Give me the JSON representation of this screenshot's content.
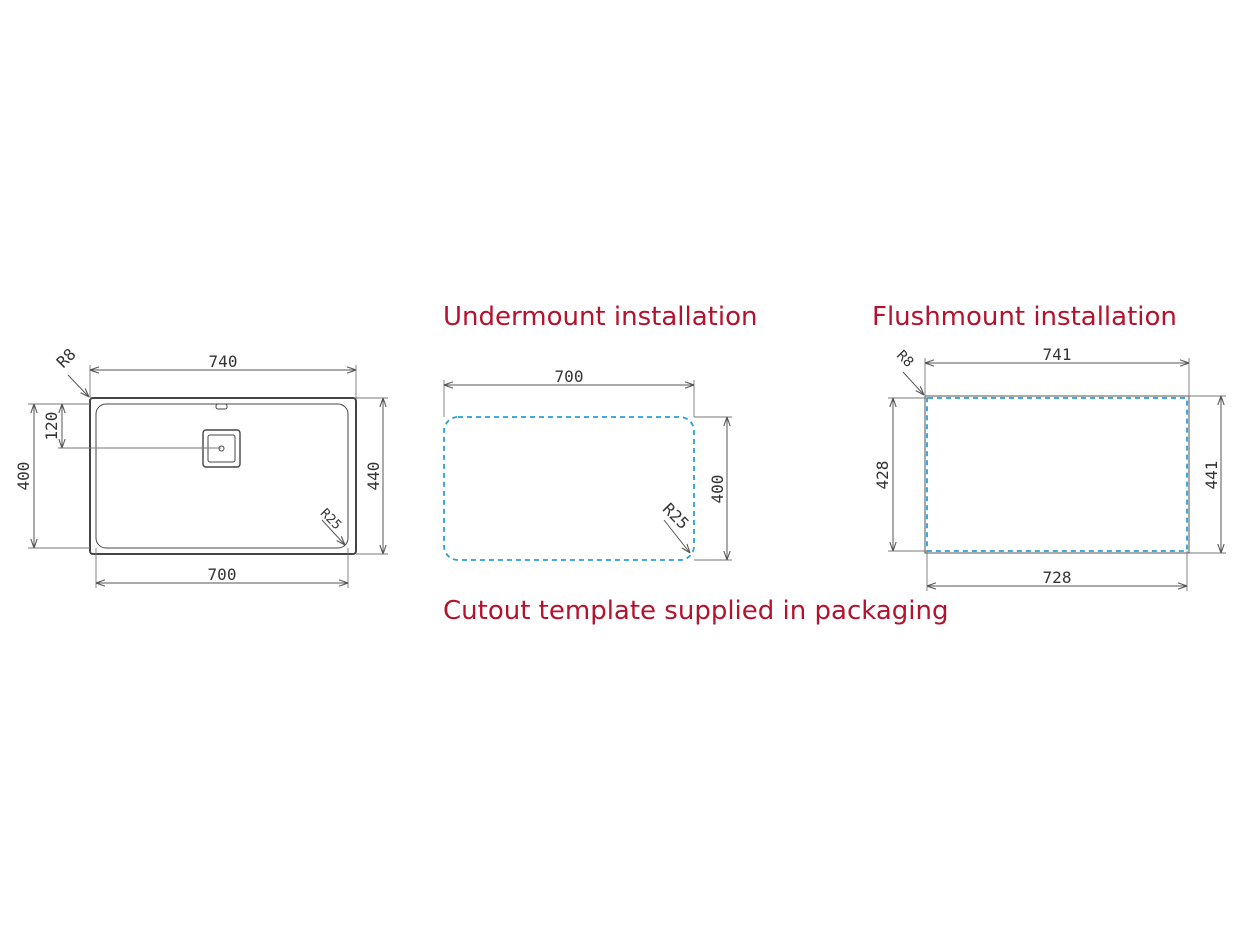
{
  "headings": {
    "undermount": "Undermount installation",
    "flushmount": "Flushmount installation",
    "template_note": "Cutout template supplied in packaging"
  },
  "sink": {
    "width": "740",
    "inner_width": "700",
    "depth": "440",
    "inner_depth": "400",
    "drain_offset": "120",
    "corner_radius_outer": "R8",
    "corner_radius_inner": "R25"
  },
  "undermount_cutout": {
    "width": "700",
    "depth": "400",
    "corner_radius": "R25"
  },
  "flushmount_cutout": {
    "outer_width": "741",
    "inner_width": "728",
    "outer_depth": "441",
    "inner_depth": "428",
    "corner_radius": "R8"
  },
  "colors": {
    "heading": "#b5122e",
    "cutout_line": "#2a9fd8",
    "drawing_line": "#555555"
  }
}
